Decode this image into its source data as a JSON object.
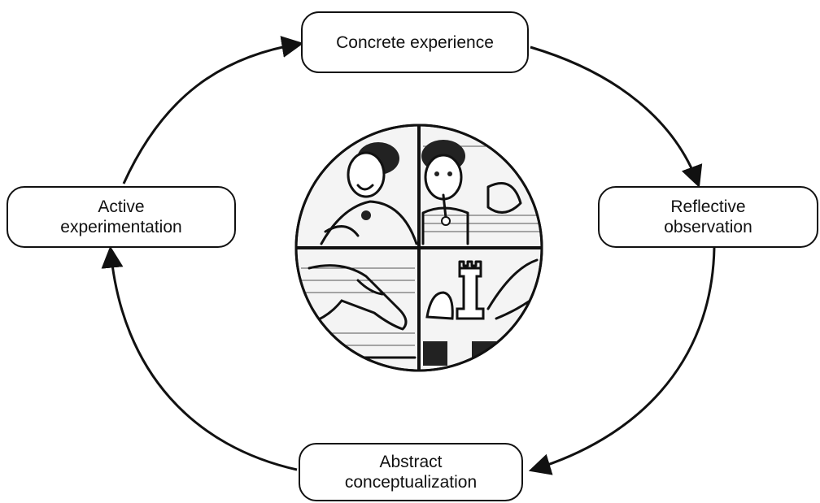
{
  "diagram": {
    "type": "cycle",
    "nodes": {
      "top": "Concrete experience",
      "right": [
        "Reflective",
        "observation"
      ],
      "bottom": [
        "Abstract",
        "conceptualization"
      ],
      "left": [
        "Active",
        "experimentation"
      ]
    },
    "edges": [
      {
        "from": "Concrete experience",
        "to": "Reflective observation"
      },
      {
        "from": "Reflective observation",
        "to": "Abstract conceptualization"
      },
      {
        "from": "Abstract conceptualization",
        "to": "Active experimentation"
      },
      {
        "from": "Active experimentation",
        "to": "Concrete experience"
      }
    ],
    "center_illustration": {
      "quadrants": [
        "person-feeling-icon",
        "person-watching-icon",
        "hand-pointing-icon",
        "chess-pieces-icon"
      ]
    }
  }
}
